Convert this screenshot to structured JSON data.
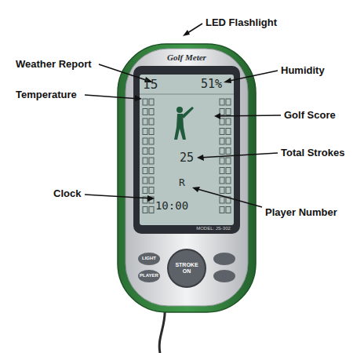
{
  "diagram": {
    "labels": [
      "LED Flashlight",
      "Weather Report",
      "Humidity",
      "Temperature",
      "Golf Score",
      "Total Strokes",
      "Clock",
      "Player Number",
      "Golf Meter",
      "15",
      "51%",
      "25",
      "R",
      "10:00",
      "MODEL: JS-302",
      "STROKE ON",
      "LIGHT",
      "PLAYER"
    ]
  }
}
